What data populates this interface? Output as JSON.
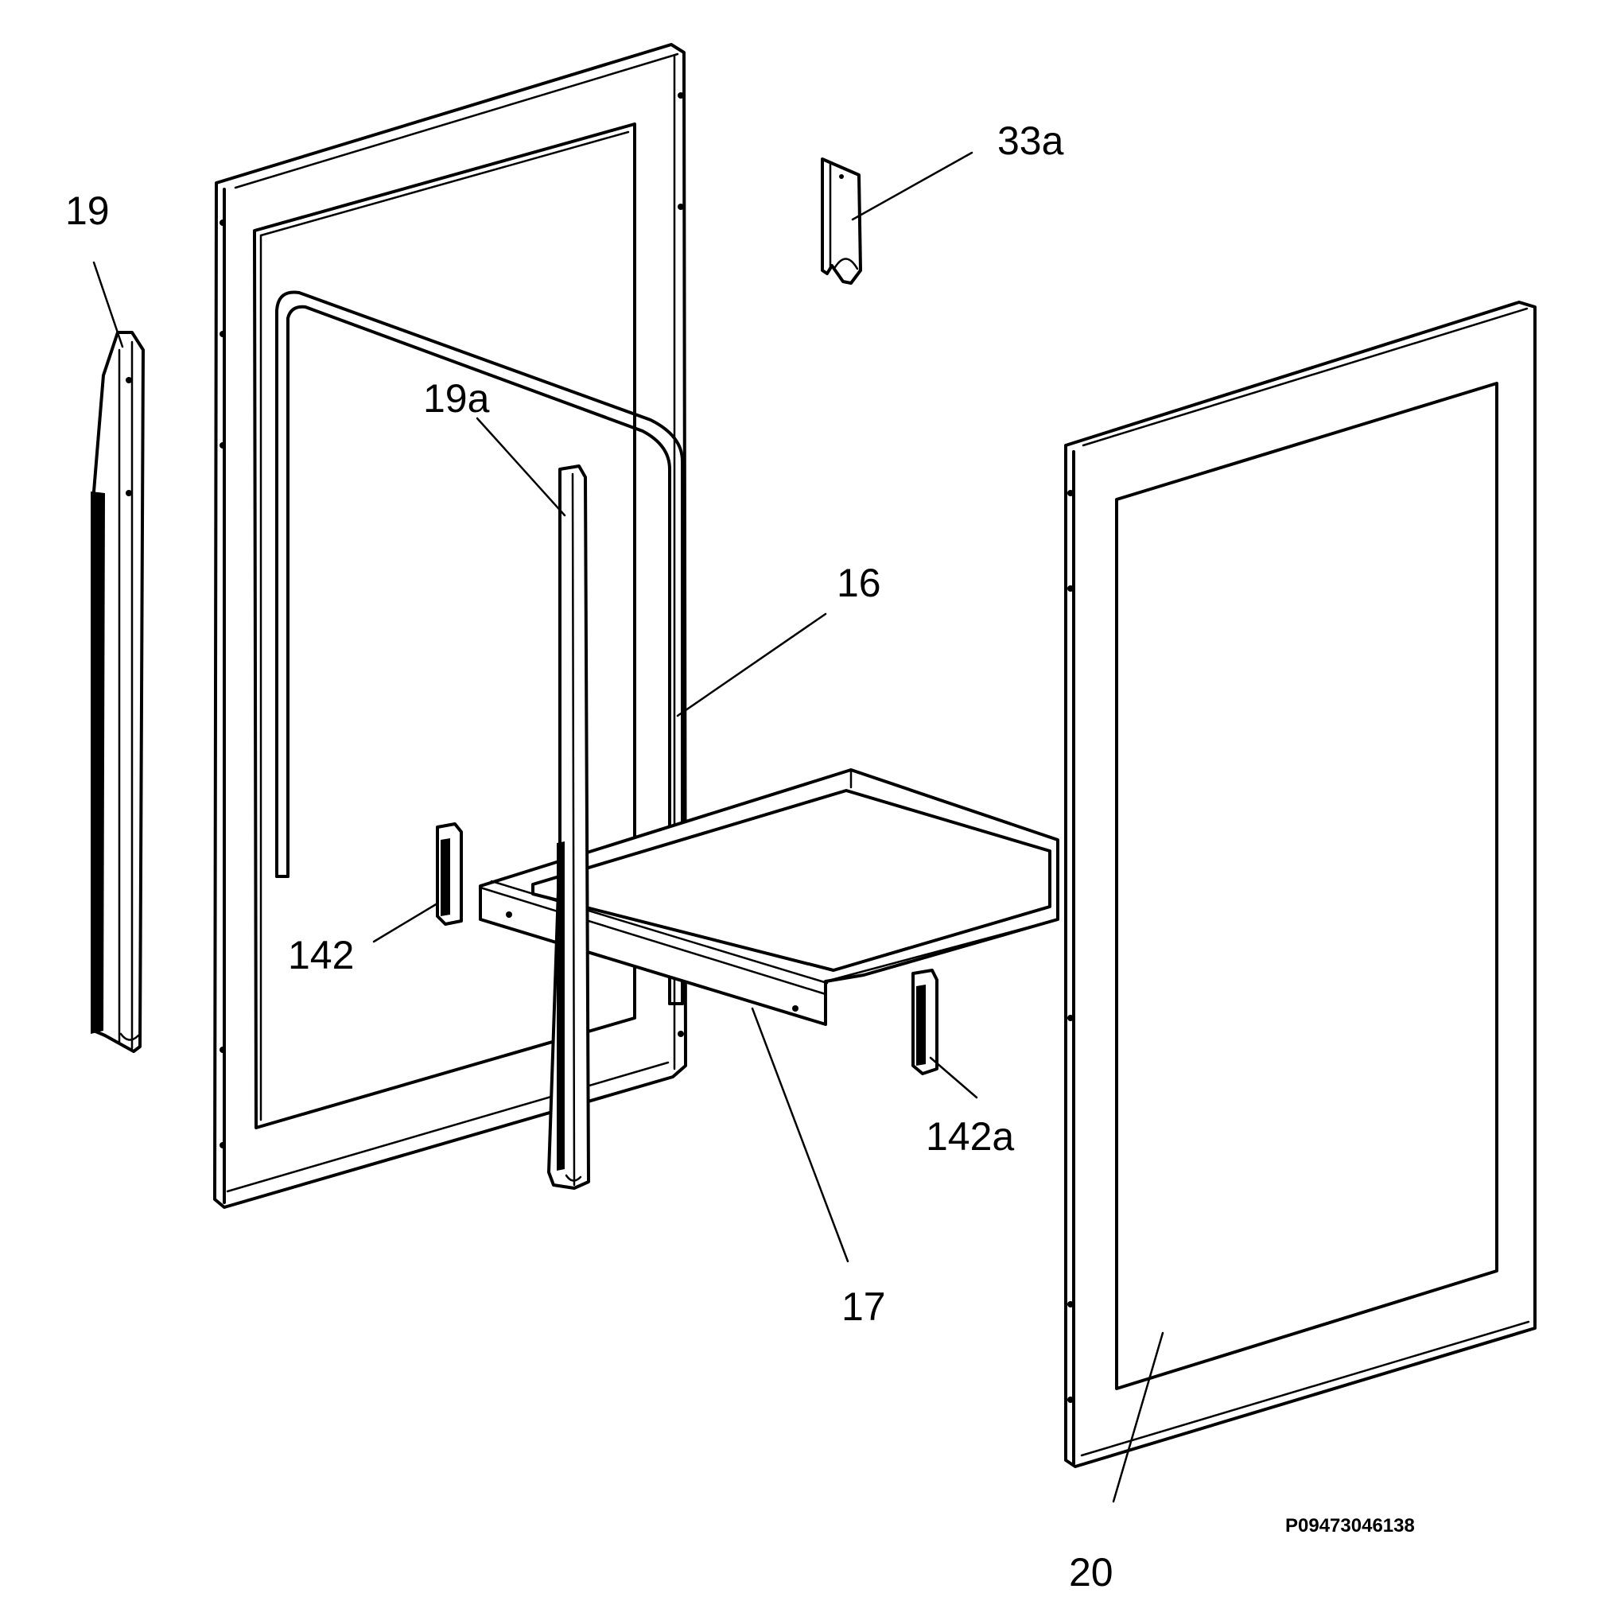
{
  "callouts": {
    "c19": "19",
    "c19a": "19a",
    "c33a": "33a",
    "c16": "16",
    "c142": "142",
    "c142a": "142a",
    "c17": "17",
    "c20": "20"
  },
  "doc_ref": "P09473046138"
}
